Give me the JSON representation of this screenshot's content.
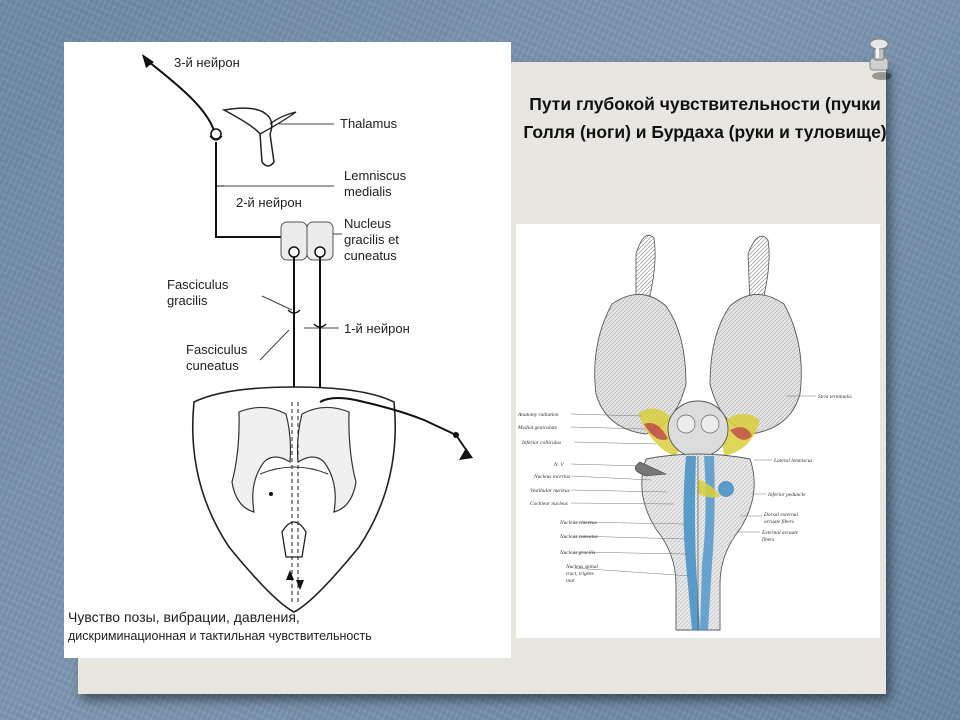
{
  "slide": {
    "title": "Пути глубокой чувствительности (пучки Голля (ноги) и Бурдаха (руки и туловище)"
  },
  "left_diagram": {
    "labels": {
      "neuron3": "3-й нейрон",
      "thalamus": "Thalamus",
      "lemniscus_line1": "Lemniscus",
      "lemniscus_line2": "medialis",
      "neuron2": "2-й нейрон",
      "nucleus_line1": "Nucleus",
      "nucleus_line2": "gracilis et",
      "nucleus_line3": "cuneatus",
      "fasc_gracilis_line1": "Fasciculus",
      "fasc_gracilis_line2": "gracilis",
      "neuron1": "1-й нейрон",
      "fasc_cuneatus_line1": "Fasciculus",
      "fasc_cuneatus_line2": "cuneatus"
    },
    "caption_line1": "Чувство позы, вибрации, давления,",
    "caption_line2": "дискриминационная и тактильная чувствительность"
  },
  "right_figure": {
    "labels_left": [
      "Anatomy radiation",
      "Medial geniculate",
      "Inferior colliculus",
      "N. V",
      "Nucleus incertus",
      "Vestibular nucleus",
      "Cochlear nucleus",
      "Nucleus cinereus",
      "Nucleus cuneatus",
      "Nucleus gracilis",
      "Nucleus spinal",
      "tract, trigem-",
      "inal"
    ],
    "labels_right": [
      "Stria terminalis",
      "Lateral lemniscus",
      "Inferior peduncle",
      "Dorsal external",
      "arcuate fibers",
      "External arcuate",
      "fibers"
    ],
    "colors": {
      "yellow": "#d9cf3a",
      "red": "#c24a4a",
      "blue": "#3f8fc8"
    }
  },
  "icons": [
    "pushpin-icon"
  ]
}
